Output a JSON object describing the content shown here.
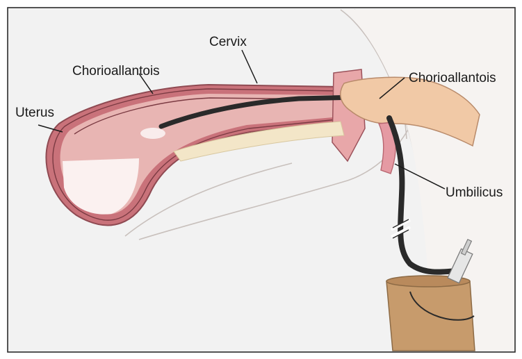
{
  "figure": {
    "labels": {
      "cervix": "Cervix",
      "chorioallantois_left": "Chorioallantois",
      "uterus": "Uterus",
      "chorioallantois_right": "Chorioallantois",
      "umbilicus": "Umbilicus"
    },
    "colors": {
      "background": "#f2f2f2",
      "frame": "#2b2b2b",
      "uterus_wall": "#c9727a",
      "uterus_inner": "#e8b5b3",
      "tube": "#2a2a2a",
      "skin": "#f1c9a6",
      "bucket": "#c79b6c",
      "bucket_rim": "#b98a5c",
      "umbilicus": "#e59aa3",
      "leader": "#1a1a1a"
    }
  }
}
